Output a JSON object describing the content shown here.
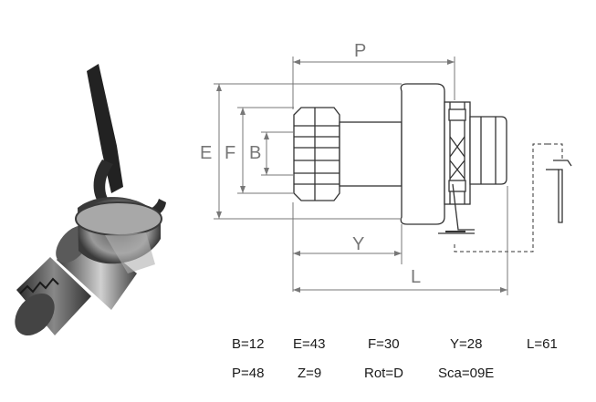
{
  "dimension_labels": {
    "P": "P",
    "E": "E",
    "F": "F",
    "B": "B",
    "Y": "Y",
    "L": "L"
  },
  "specs": [
    {
      "text": "B=12"
    },
    {
      "text": "E=43"
    },
    {
      "text": "F=30"
    },
    {
      "text": "Y=28"
    },
    {
      "text": "L=61"
    },
    {
      "text": "P=48"
    },
    {
      "text": "Z=9"
    },
    {
      "text": "Rot=D"
    },
    {
      "text": "Sca=09E"
    }
  ],
  "colors": {
    "line": "#333333",
    "dimension": "#777777",
    "metal_dark": "#2a2a2a",
    "metal_light": "#b8b8b8"
  }
}
